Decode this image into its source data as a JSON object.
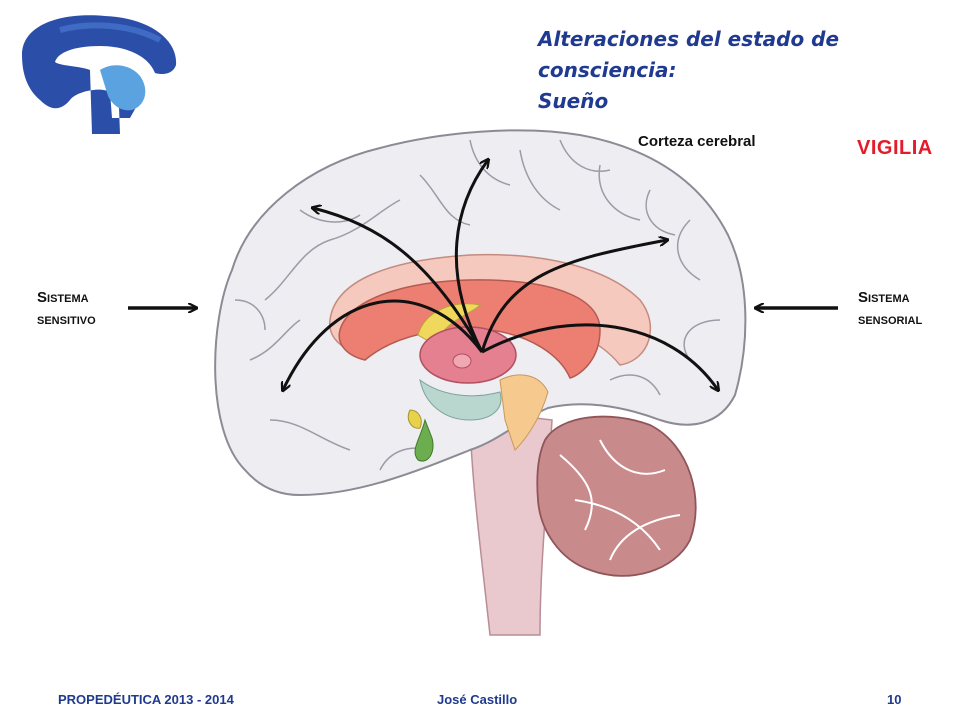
{
  "slide": {
    "title_line1": "Alteraciones del estado de consciencia:",
    "title_line2": "Sueño",
    "cortex_label": "Corteza cerebral",
    "state_label": "VIGILIA",
    "left_system": {
      "first_letter": "S",
      "line1_rest": "ISTEMA",
      "line2": "SENSITIVO"
    },
    "right_system": {
      "first_letter": "S",
      "line1_rest": "ISTEMA",
      "line2": "SENSORIAL"
    }
  },
  "footer": {
    "course": "PROPEDÉUTICA 2013 - 2014",
    "author": "José Castillo",
    "page": "10"
  },
  "colors": {
    "title_blue": "#1f3a8f",
    "state_red": "#e31c2a",
    "logo_dark_blue": "#2b4fa8",
    "logo_light_blue": "#5ba3e0"
  }
}
